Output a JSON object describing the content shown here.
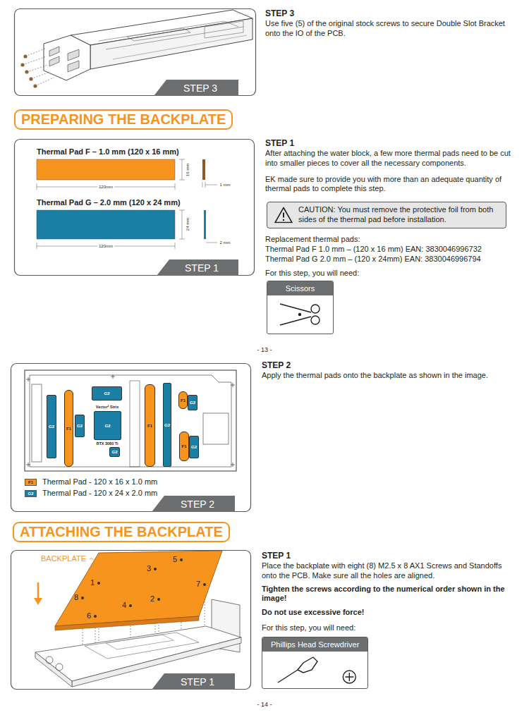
{
  "diagram": {
    "nodes": [
      {
        "text": [
          "STEP 3"
        ]
      },
      {
        "text": [
          "PREPARING THE BACKPLATE"
        ]
      },
      {
        "text": [
          "STEP 1"
        ]
      },
      {
        "text": [
          "CAUTION: You must remove the protective foil from both sides of the thermal pad before installation."
        ]
      },
      {
        "text": [
          "Scissors"
        ]
      },
      {
        "text": [
          "G2"
        ]
      },
      {
        "text": [
          "G2"
        ]
      },
      {
        "text": [
          "F1"
        ]
      },
      {
        "text": [
          "G2"
        ]
      },
      {
        "text": [
          "G2"
        ]
      },
      {
        "text": [
          "G2"
        ]
      },
      {
        "text": [
          "F1"
        ]
      },
      {
        "text": [
          "G2"
        ]
      },
      {
        "text": [
          "F1"
        ]
      },
      {
        "text": [
          "G2"
        ]
      },
      {
        "text": [
          "F1"
        ]
      },
      {
        "text": [
          "G2"
        ]
      },
      {
        "text": [
          "STEP 2"
        ]
      },
      {
        "text": [
          "ATTACHING THE BACKPLATE"
        ]
      },
      {
        "text": [
          "STEP 1"
        ]
      },
      {
        "text": [
          "Phillips Head Screwdriver"
        ]
      }
    ],
    "labels": [
      "STEP 3",
      "Use five (5) of the original stock screws to secure Double Slot Bracket onto the IO of the PCB.",
      "STEP 1",
      "After attaching the water block, a few more thermal pads need to be cut into smaller pieces to cover all the necessary components.",
      "EK made sure to provide you with more than an adequate quantity of thermal pads to complete this step.",
      "Replacement thermal pads:",
      "Thermal Pad F 1.0 mm – (120 x 16 mm) EAN: 3830046996732",
      "Thermal Pad G 2.0 mm – (120 x 24mm) EAN: 3830046996794",
      "For this step, you will need:",
      "Thermal Pad F – 1.0 mm (120 x 16 mm)",
      "16 mm",
      "120mm",
      "1 mm",
      "Thermal Pad G – 2.0 mm (120 x 24 mm)",
      "24 mm",
      "120mm",
      "2 mm",
      "- 13 -",
      "STEP 2",
      "Apply the thermal pads onto the backplate as shown in the image.",
      "Vector² Strix",
      "RTX 3080 Ti",
      "F1",
      "G2",
      "STEP 1",
      "Place the backplate with eight (8) M2.5 x 8 AX1 Screws and Standoffs onto the PCB. Make sure all the holes are aligned.",
      "Tighten the screws according to the numerical order shown in the image!",
      "Do not use excessive force!",
      "For this step, you will need:",
      "BACKPLATE",
      "1",
      "2",
      "3",
      "4",
      "5",
      "6",
      "7",
      "8",
      "- 14 -"
    ],
    "legend": [
      {
        "text": "Thermal Pad - 120 x 16 x 1.0 mm",
        "color": "#f7941d"
      },
      {
        "text": "Thermal Pad - 120 x 24 x 2.0 mm",
        "color": "#1b7fa5"
      }
    ]
  }
}
